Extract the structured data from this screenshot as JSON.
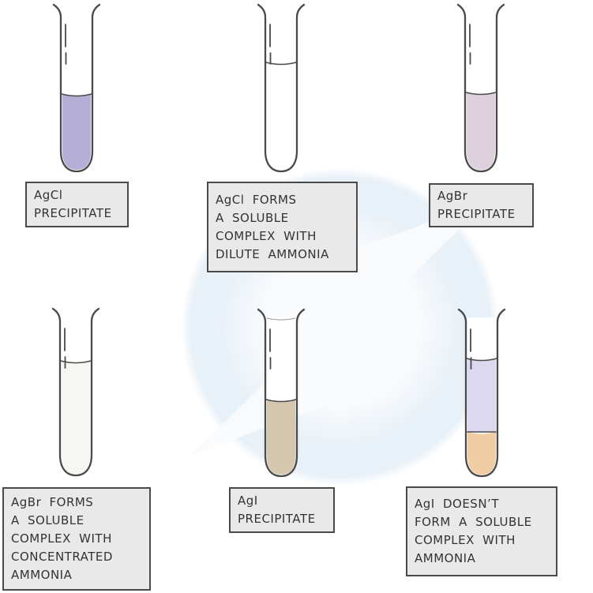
{
  "title": "Silver halide precipitates and their solubility in ammonia",
  "colors": {
    "background": "#ffffff",
    "ink": "#4a4a4a",
    "tube_interior": "#ffffff",
    "label_box_bg": "#e9e9e9",
    "label_box_border": "#4a4a4a",
    "text": "#333333",
    "watermark_blue": "#e9f1f8",
    "watermark_white": "#f9fbfd"
  },
  "watermark": {
    "icon": "lightning-bolt-logo"
  },
  "tubes": [
    {
      "id": "agcl-precipitate",
      "label_lines": [
        "AgCl",
        "PRECIPITATE"
      ],
      "mouth_line": false,
      "fills": [
        {
          "from": 115,
          "color": "#b5afd7"
        }
      ]
    },
    {
      "id": "agcl-soluble-complex",
      "label_lines": [
        "AgCl FORMS",
        "A SOLUBLE",
        "COMPLEX WITH",
        "DILUTE AMMONIA"
      ],
      "mouth_line": false,
      "fills": [
        {
          "from": 75,
          "color": "#ffffff"
        }
      ]
    },
    {
      "id": "agbr-precipitate",
      "label_lines": [
        "AgBr",
        "PRECIPITATE"
      ],
      "mouth_line": false,
      "fills": [
        {
          "from": 113,
          "color": "#ddd1dd"
        }
      ]
    },
    {
      "id": "agbr-soluble-complex",
      "label_lines": [
        "AgBr FORMS",
        "A SOLUBLE",
        "COMPLEX WITH",
        "CONCENTRATED",
        "AMMONIA"
      ],
      "mouth_line": false,
      "fills": [
        {
          "from": 68,
          "color": "#f6f6f2"
        }
      ]
    },
    {
      "id": "agi-precipitate",
      "label_lines": [
        "AgI",
        "PRECIPITATE"
      ],
      "mouth_line": true,
      "fills": [
        {
          "from": 116,
          "color": "#d5c6ae"
        }
      ]
    },
    {
      "id": "agi-no-complex",
      "label_lines": [
        "AgI DOESN’T",
        "FORM A SOLUBLE",
        "COMPLEX WITH",
        "AMMONIA"
      ],
      "mouth_line": false,
      "fills": [
        {
          "from": 64,
          "to": 157,
          "color": "#dbd8f0"
        },
        {
          "from": 157,
          "color": "#f1cda3"
        }
      ]
    }
  ]
}
